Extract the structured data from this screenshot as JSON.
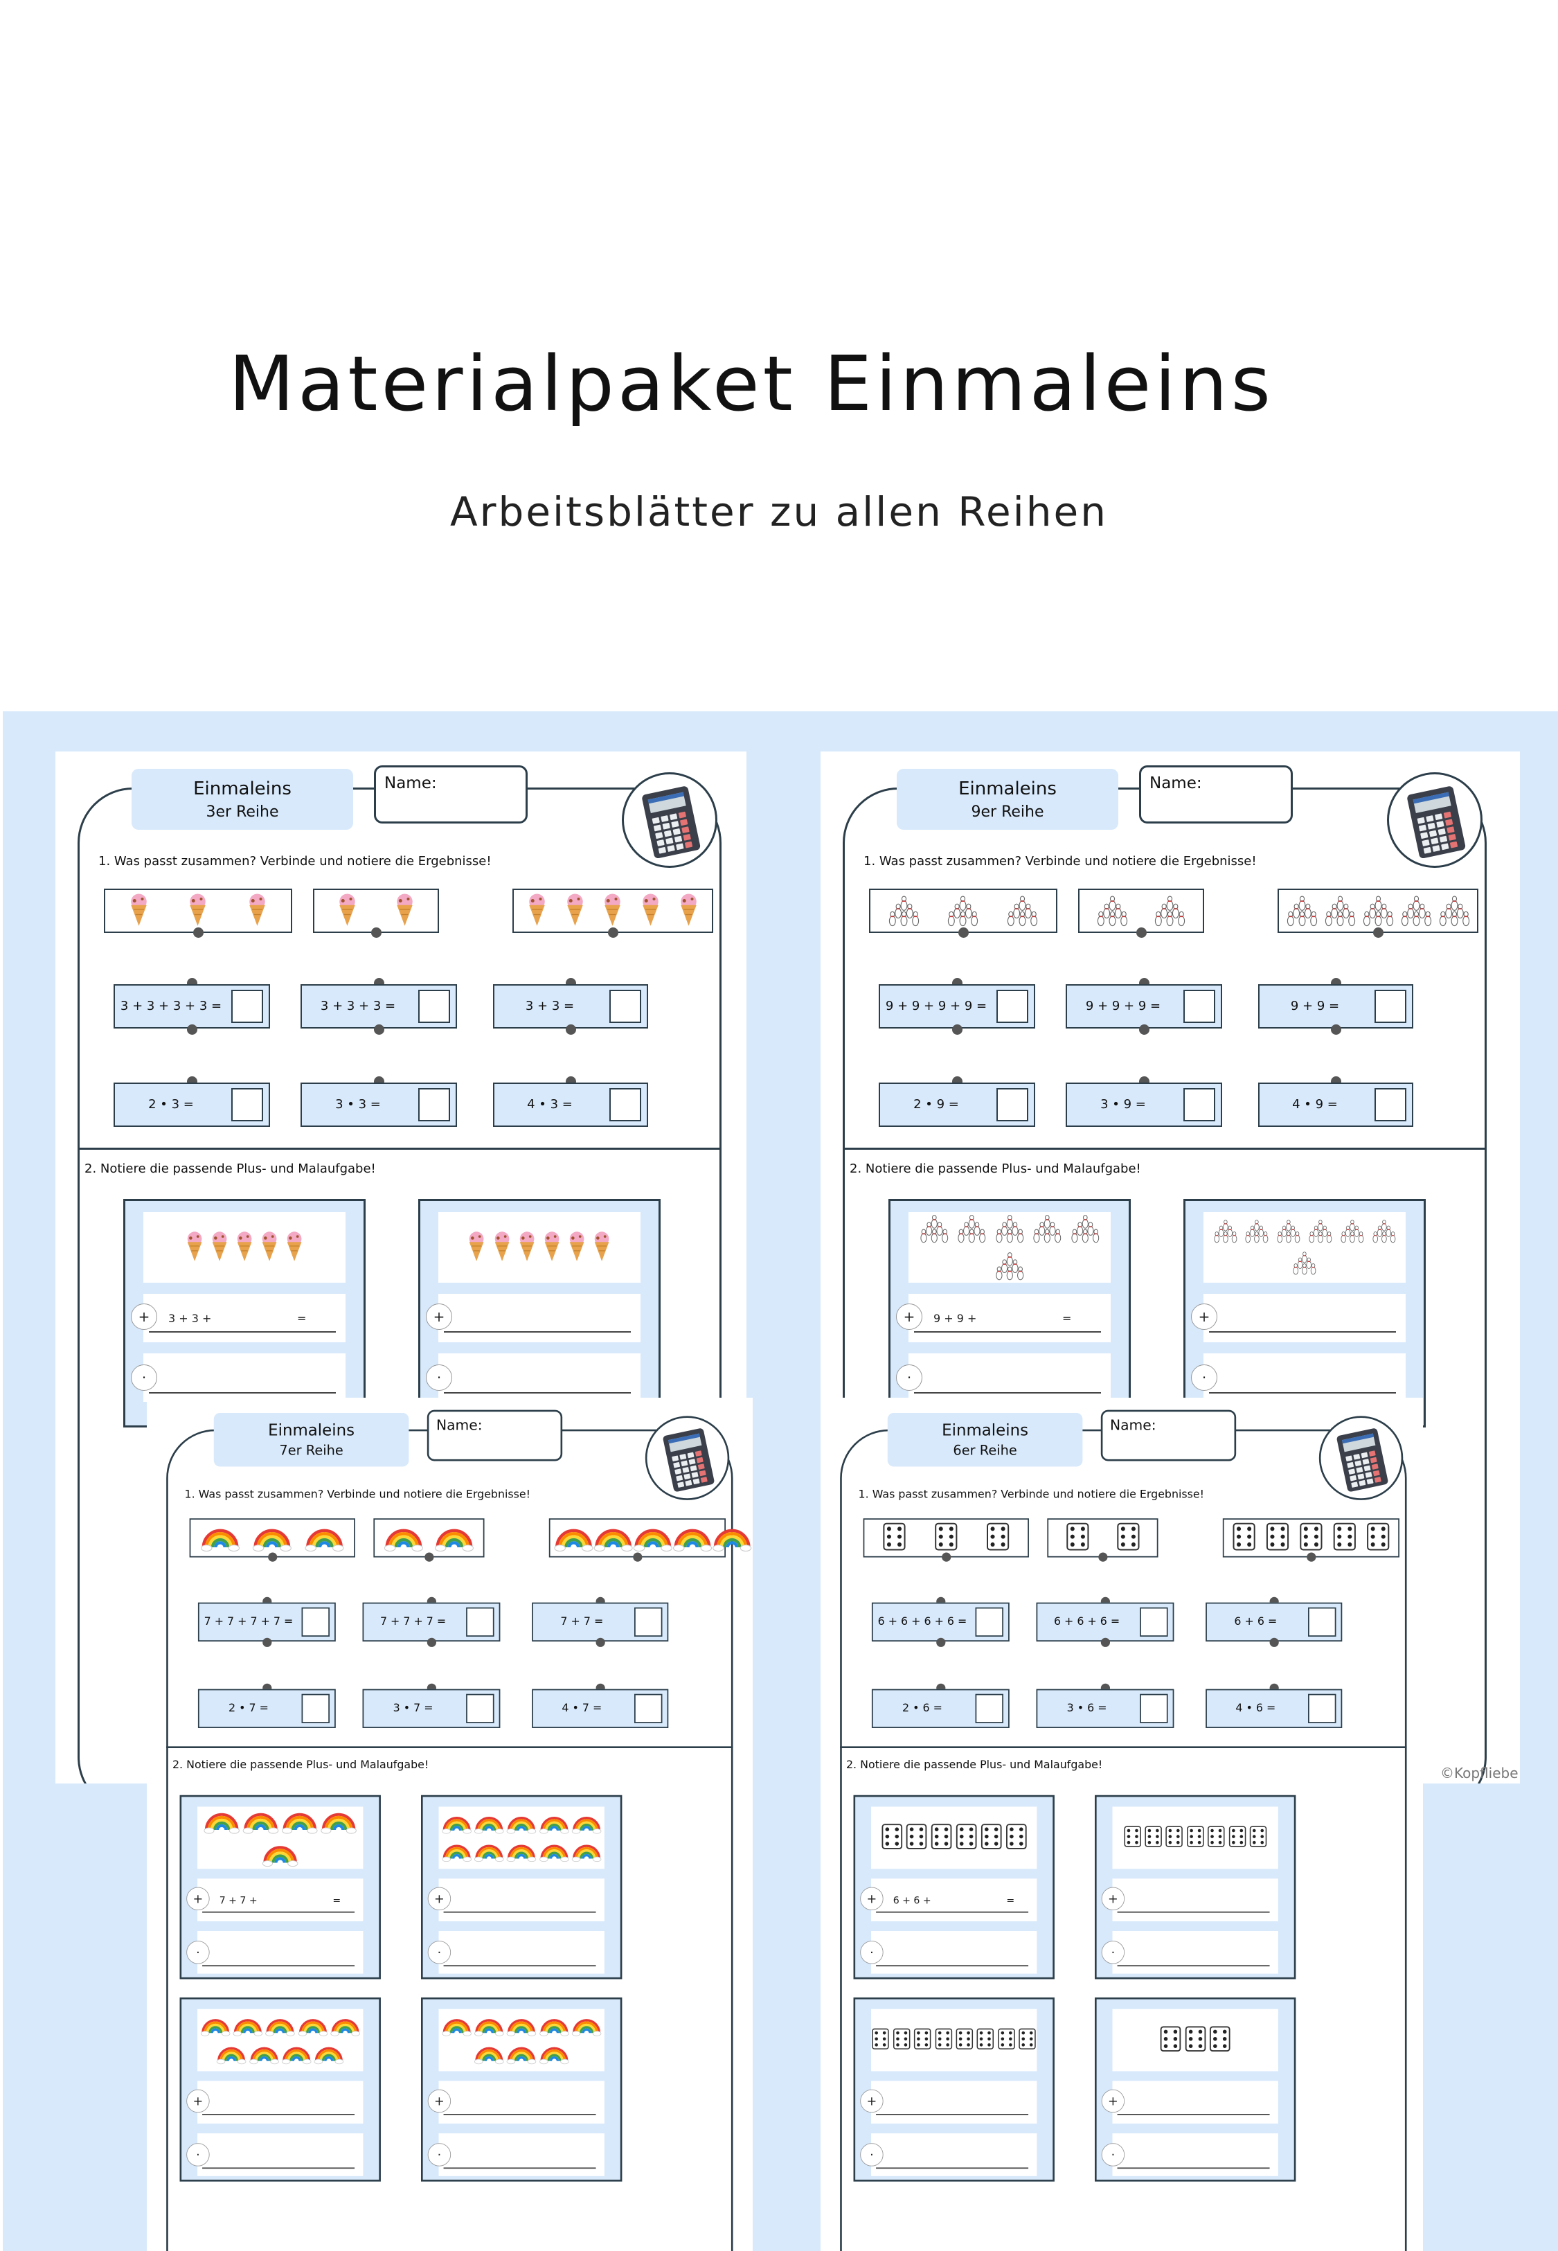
{
  "title": "Materialpaket Einmaleins",
  "subtitle": "Arbeitsblätter zu allen Reihen",
  "copyright": "©Kopfliebe",
  "common": {
    "name_label": "Name:",
    "task1": "1. Was passt zusammen? Verbinde und notiere die Ergebnisse!",
    "task2": "2. Notiere die passende Plus- und Malaufgabe!",
    "plus": "+",
    "dot": "·",
    "equals": "="
  },
  "sheets": [
    {
      "title": "Einmaleins",
      "series": "3er Reihe",
      "icon": "ice-cream-icon",
      "groups": [
        3,
        2,
        5
      ],
      "plus_eqs": [
        "3 + 3 + 3 + 3 =",
        "3 + 3 + 3 =",
        "3 + 3 ="
      ],
      "mult_eqs": [
        "2 • 3 =",
        "3 • 3 =",
        "4 • 3 ="
      ],
      "card_counts": [
        5,
        6
      ],
      "card_hint": "3 + 3 +"
    },
    {
      "title": "Einmaleins",
      "series": "9er Reihe",
      "icon": "bowling-pins-icon",
      "groups": [
        3,
        2,
        5
      ],
      "plus_eqs": [
        "9 + 9 + 9 + 9 =",
        "9 + 9 + 9 =",
        "9 + 9 ="
      ],
      "mult_eqs": [
        "2 • 9 =",
        "3 • 9 =",
        "4 • 9 ="
      ],
      "card_counts": [
        6,
        7
      ],
      "card_hint": "9 + 9 +"
    },
    {
      "title": "Einmaleins",
      "series": "7er Reihe",
      "icon": "rainbow-icon",
      "groups": [
        3,
        2,
        5
      ],
      "plus_eqs": [
        "7 + 7 + 7 + 7 =",
        "7 + 7 + 7 =",
        "7 + 7 ="
      ],
      "mult_eqs": [
        "2 • 7 =",
        "3 • 7 =",
        "4 • 7 ="
      ],
      "card_counts": [
        5,
        10,
        9,
        8
      ],
      "card_hint": "7 + 7 +"
    },
    {
      "title": "Einmaleins",
      "series": "6er Reihe",
      "icon": "dice-icon",
      "groups": [
        3,
        2,
        5
      ],
      "plus_eqs": [
        "6 + 6 + 6 + 6 =",
        "6 + 6 + 6 =",
        "6 + 6 ="
      ],
      "mult_eqs": [
        "2 • 6 =",
        "3 • 6 =",
        "4 • 6 ="
      ],
      "card_counts": [
        6,
        7,
        8,
        3
      ],
      "card_hint": "6 + 6 +"
    }
  ]
}
